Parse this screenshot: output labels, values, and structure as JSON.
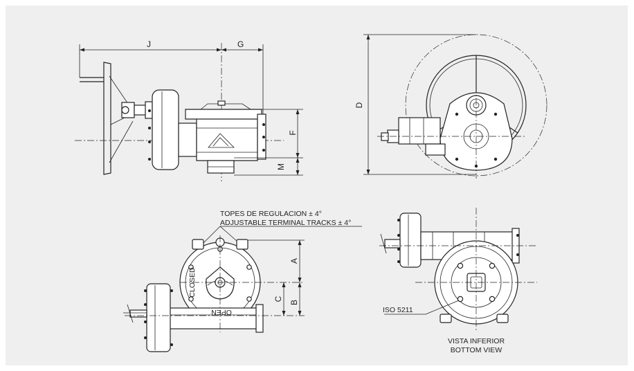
{
  "dimensions": {
    "J": "J",
    "G": "G",
    "D": "D",
    "F": "F",
    "M": "M",
    "A": "A",
    "C": "C",
    "B": "B"
  },
  "notes": {
    "topes": "TOPES DE REGULACION ± 4°",
    "adjustable": "ADJUSTABLE TERMINAL TRACKS ± 4°",
    "iso": "ISO 5211",
    "vista": "VISTA INFERIOR",
    "bottom_view": "BOTTOM VIEW"
  },
  "body_markings": {
    "closed": "CLOSED",
    "open": "OPEN"
  },
  "colors": {
    "panel": "#efefef",
    "line": "#222222"
  }
}
